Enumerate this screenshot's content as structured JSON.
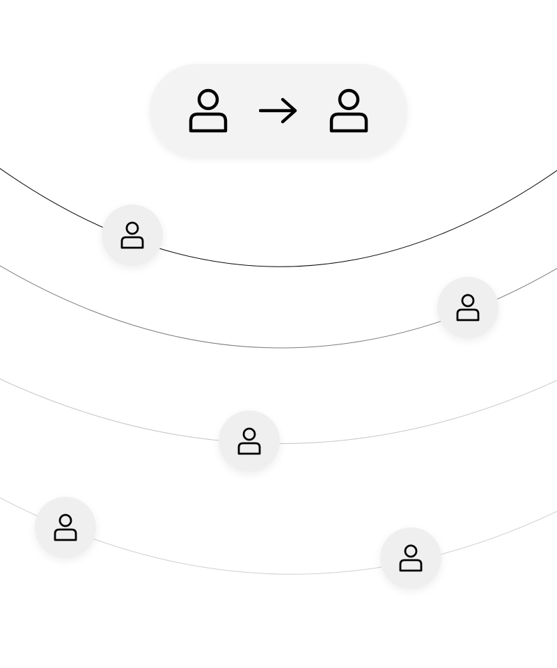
{
  "colors": {
    "background": "#ffffff",
    "pill_fill": "#f3f3f3",
    "node_fill": "#efefef",
    "icon_stroke": "#000000",
    "arc_1": "#000000",
    "arc_2": "#7a7a7a",
    "arc_3": "#c4c4c4",
    "arc_4": "#cfcfcf"
  },
  "header": {
    "from_icon": "user-icon",
    "connector_icon": "arrow-right-icon",
    "to_icon": "user-icon"
  },
  "arcs": [
    {
      "name": "orbit-1",
      "icon": "user-icon",
      "user_count": 1
    },
    {
      "name": "orbit-2",
      "icon": "user-icon",
      "user_count": 1
    },
    {
      "name": "orbit-3",
      "icon": "user-icon",
      "user_count": 1
    },
    {
      "name": "orbit-4",
      "icon": "user-icon",
      "user_count": 2
    }
  ]
}
